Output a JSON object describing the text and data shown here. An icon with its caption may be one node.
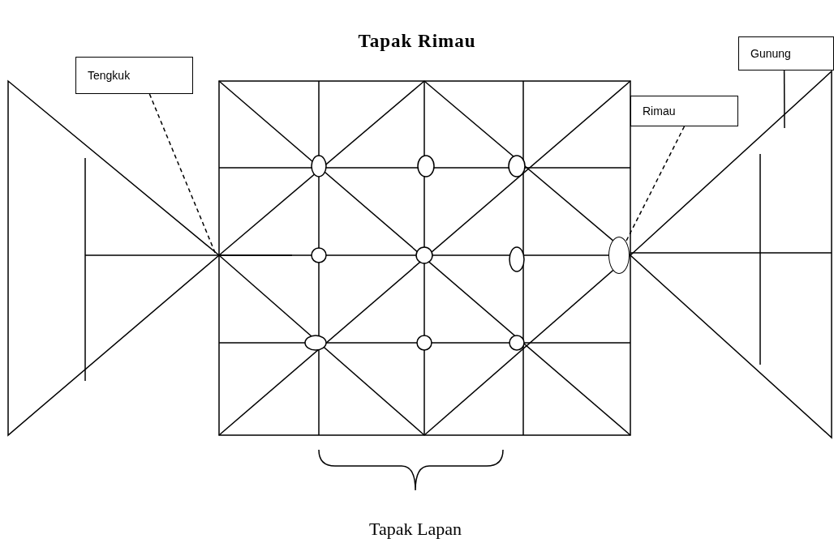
{
  "diagram": {
    "title": "Tapak Rimau",
    "nodes": [
      {
        "text": [
          "Tengkuk"
        ]
      },
      {
        "text": [
          "Rimau"
        ]
      },
      {
        "text": [
          "Gunung"
        ]
      },
      {
        "text": [],
        "shape": "circle"
      }
    ],
    "edges": [
      {
        "from": 0,
        "to": null,
        "arrow": "none",
        "style": "dashed"
      },
      {
        "from": 1,
        "to": 3,
        "arrow": "none",
        "style": "dashed"
      },
      {
        "from": 2,
        "to": null,
        "arrow": "none"
      }
    ],
    "labels": [
      "Tapak Lapan"
    ]
  }
}
